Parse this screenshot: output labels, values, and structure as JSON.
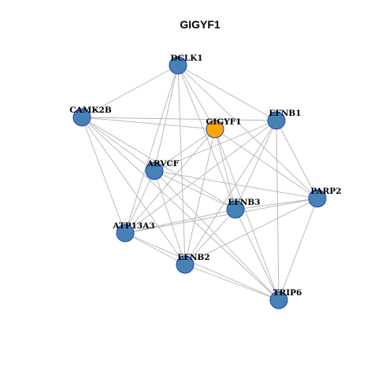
{
  "title": "GIGYF1",
  "colors": {
    "center_node": "#ffa500",
    "neighbor_node": "#4682b4",
    "node_border": "#1f3fbf",
    "edge": "#b3b3b3"
  },
  "nodes": [
    {
      "id": "DCLK1",
      "label": "DCLK1",
      "role": "neighbor"
    },
    {
      "id": "CAMK2B",
      "label": "CAMK2B",
      "role": "neighbor"
    },
    {
      "id": "GIGYF1",
      "label": "GIGYF1",
      "role": "center"
    },
    {
      "id": "EFNB1",
      "label": "EFNB1",
      "role": "neighbor"
    },
    {
      "id": "ARVCF",
      "label": "ARVCF",
      "role": "neighbor"
    },
    {
      "id": "PARP2",
      "label": "PARP2",
      "role": "neighbor"
    },
    {
      "id": "EFNB3",
      "label": "EFNB3",
      "role": "neighbor"
    },
    {
      "id": "ATP13A3",
      "label": "ATP13A3",
      "role": "neighbor"
    },
    {
      "id": "EFNB2",
      "label": "EFNB2",
      "role": "neighbor"
    },
    {
      "id": "TRIP6",
      "label": "TRIP6",
      "role": "neighbor"
    }
  ],
  "edges": [
    [
      "DCLK1",
      "CAMK2B"
    ],
    [
      "DCLK1",
      "EFNB1"
    ],
    [
      "DCLK1",
      "GIGYF1"
    ],
    [
      "DCLK1",
      "ARVCF"
    ],
    [
      "DCLK1",
      "ATP13A3"
    ],
    [
      "DCLK1",
      "EFNB2"
    ],
    [
      "DCLK1",
      "EFNB3"
    ],
    [
      "DCLK1",
      "PARP2"
    ],
    [
      "CAMK2B",
      "GIGYF1"
    ],
    [
      "CAMK2B",
      "EFNB1"
    ],
    [
      "CAMK2B",
      "ARVCF"
    ],
    [
      "CAMK2B",
      "ATP13A3"
    ],
    [
      "CAMK2B",
      "EFNB2"
    ],
    [
      "CAMK2B",
      "EFNB3"
    ],
    [
      "CAMK2B",
      "TRIP6"
    ],
    [
      "GIGYF1",
      "ARVCF"
    ],
    [
      "GIGYF1",
      "ATP13A3"
    ],
    [
      "GIGYF1",
      "EFNB2"
    ],
    [
      "GIGYF1",
      "EFNB3"
    ],
    [
      "GIGYF1",
      "TRIP6"
    ],
    [
      "GIGYF1",
      "PARP2"
    ],
    [
      "EFNB1",
      "ARVCF"
    ],
    [
      "EFNB1",
      "EFNB3"
    ],
    [
      "EFNB1",
      "EFNB2"
    ],
    [
      "EFNB1",
      "ATP13A3"
    ],
    [
      "EFNB1",
      "TRIP6"
    ],
    [
      "EFNB1",
      "PARP2"
    ],
    [
      "ARVCF",
      "PARP2"
    ],
    [
      "ARVCF",
      "EFNB3"
    ],
    [
      "ARVCF",
      "TRIP6"
    ],
    [
      "ARVCF",
      "ATP13A3"
    ],
    [
      "ARVCF",
      "EFNB2"
    ],
    [
      "PARP2",
      "EFNB3"
    ],
    [
      "PARP2",
      "ATP13A3"
    ],
    [
      "PARP2",
      "EFNB2"
    ],
    [
      "PARP2",
      "TRIP6"
    ],
    [
      "EFNB3",
      "ATP13A3"
    ],
    [
      "EFNB3",
      "EFNB2"
    ],
    [
      "EFNB3",
      "TRIP6"
    ],
    [
      "ATP13A3",
      "EFNB2"
    ],
    [
      "ATP13A3",
      "TRIP6"
    ],
    [
      "EFNB2",
      "TRIP6"
    ]
  ]
}
